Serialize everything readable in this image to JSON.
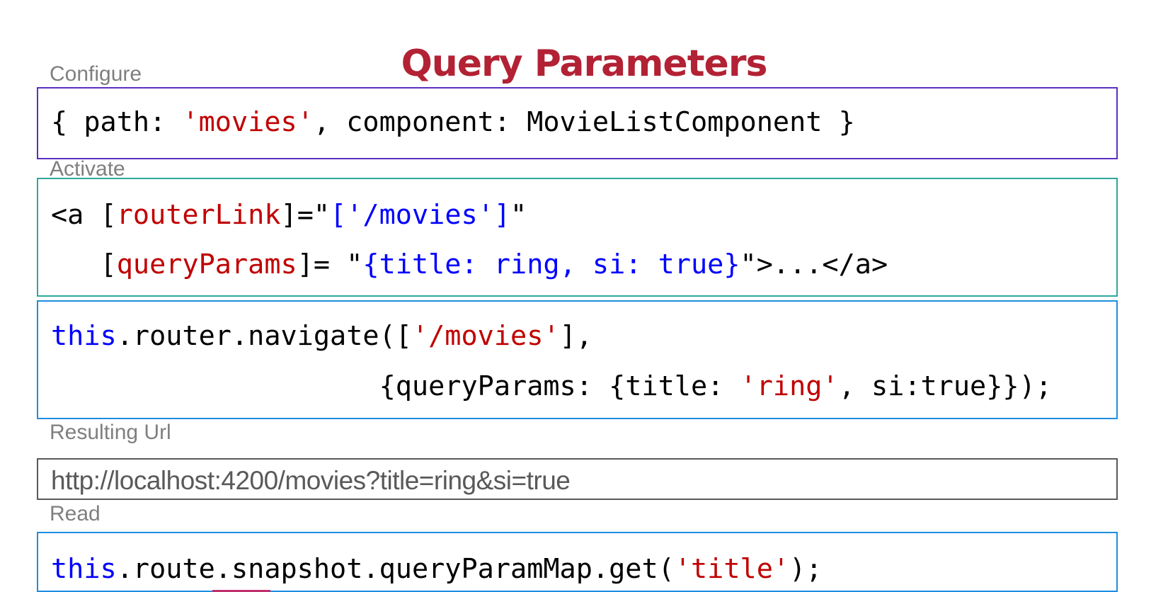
{
  "slide": {
    "title": "Query Parameters",
    "colors": {
      "title": "#b22234",
      "label": "#7f7f7f",
      "code_default": "#000000",
      "code_string": "#c00000",
      "code_keyword": "#0000ff",
      "url_text": "#595959",
      "configure_border": "#5b2fbf",
      "activate_border": "#2ea89b",
      "navigate_border": "#1e8ee0",
      "url_border": "#595959",
      "read_border": "#1e8ee0",
      "bottom_marker": "#c0306a"
    }
  },
  "sections": {
    "configure": {
      "label": "Configure",
      "code": {
        "line1": {
          "p1": "{ path: ",
          "p2": "'movies'",
          "p3": ", component: MovieListComponent }"
        }
      }
    },
    "activate": {
      "label": "Activate",
      "code": {
        "line1": {
          "p1": "<a [",
          "p2": "routerLink",
          "p3": "]=\"",
          "p4": "['/movies']",
          "p5": "\""
        },
        "line2": {
          "p1": "   [",
          "p2": "queryParams",
          "p3": "]= \"",
          "p4": "{title: ring, si: true}",
          "p5": "\">...</a>"
        }
      }
    },
    "navigate": {
      "code": {
        "line1": {
          "p1": "this",
          "p2": ".router.navigate([",
          "p3": "'/movies'",
          "p4": "],"
        },
        "line2": {
          "p1": "                    {queryParams: {title: ",
          "p2": "'ring'",
          "p3": ", si:true}});"
        }
      }
    },
    "resulting_url": {
      "label": "Resulting Url",
      "value": "http://localhost:4200/movies?title=ring&si=true"
    },
    "read": {
      "label": "Read",
      "code": {
        "line1": {
          "p1": "this",
          "p2": ".route.snapshot.queryParamMap.get(",
          "p3": "'title'",
          "p4": ");"
        }
      }
    }
  }
}
